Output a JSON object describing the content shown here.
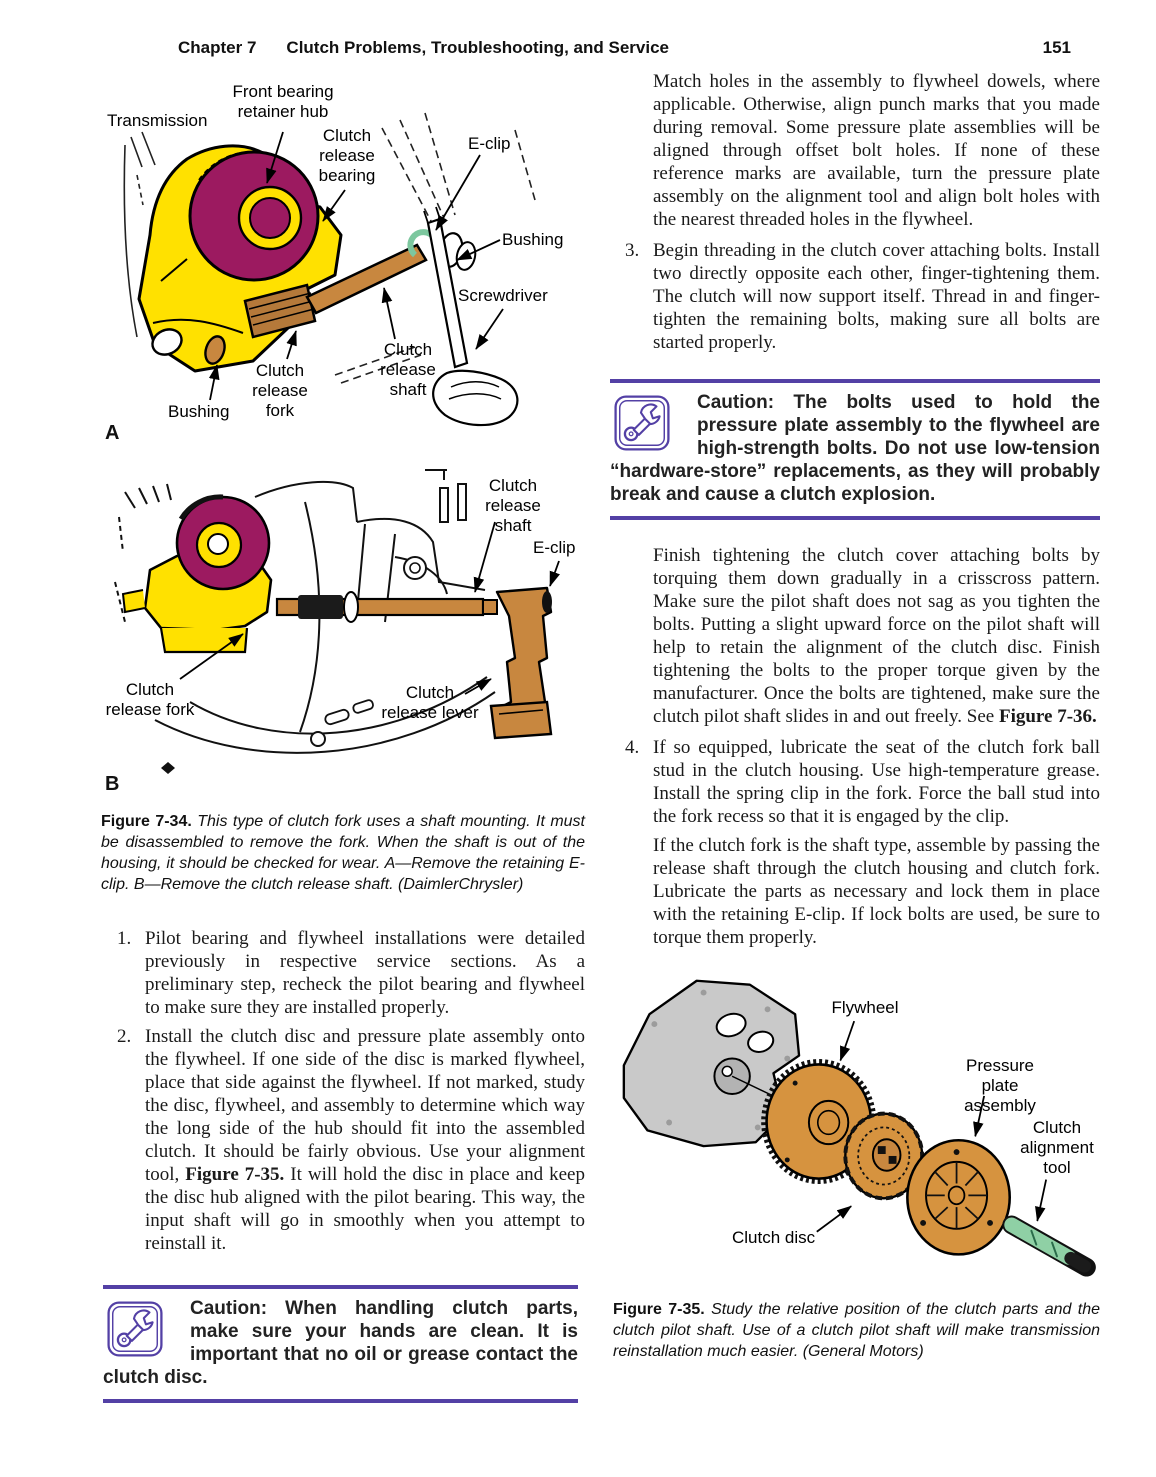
{
  "header": {
    "chapter": "Chapter 7",
    "title": "Clutch Problems, Troubleshooting, and Service",
    "page_number": "151"
  },
  "colors": {
    "accent_purple": "#5340a5",
    "bearing_magenta": "#9c1a60",
    "housing_yellow": "#ffe100",
    "shaft_tan": "#c8873f",
    "disc_orange": "#d6933f",
    "tool_green": "#8fd0a5",
    "housing_gray": "#c9c9c9"
  },
  "figure_a": {
    "panel": "A",
    "labels": {
      "transmission": "Transmission",
      "front_hub": "Front bearing\nretainer hub",
      "release_bearing": "Clutch\nrelease\nbearing",
      "eclip": "E-clip",
      "bushing_right": "Bushing",
      "screwdriver": "Screwdriver",
      "release_shaft": "Clutch\nrelease\nshaft",
      "release_fork": "Clutch\nrelease\nfork",
      "bushing_left": "Bushing"
    }
  },
  "figure_b": {
    "panel": "B",
    "labels": {
      "release_shaft": "Clutch release\nshaft",
      "eclip": "E-clip",
      "release_fork": "Clutch\nrelease fork",
      "release_lever": "Clutch\nrelease lever"
    }
  },
  "caption_34": {
    "label": "Figure 7-34.",
    "text": "This type of clutch fork uses a shaft mounting. It must be disassembled to remove the fork. When the shaft is out of the housing, it should be checked for wear. A—Remove the retaining E-clip. B—Remove the clutch release shaft. (DaimlerChrysler)"
  },
  "list_left": {
    "item1": {
      "num": "1.",
      "text": "Pilot bearing and flywheel installations were detailed previously in respective service sections. As a preliminary step, recheck the pilot bearing and flywheel to make sure they are installed properly."
    },
    "item2": {
      "num": "2.",
      "pre": "Install the clutch disc and pressure plate assembly onto the flywheel. If one side of the disc is marked flywheel, place that side against the flywheel. If not marked, study the disc, flywheel, and assembly to determine which way the long side of the hub should fit into the assembled clutch. It should be fairly obvious. Use your alignment tool, ",
      "bold": "Figure 7-35.",
      "post": " It will hold the disc in place and keep the disc hub aligned with the pilot bearing. This way, the input shaft will go in smoothly when you attempt to reinstall it."
    }
  },
  "caution_left": {
    "text": "Caution: When handling clutch parts, make sure your hands are clean. It is important that no oil or grease contact the clutch disc."
  },
  "right": {
    "p1": "Match holes in the assembly to flywheel dowels, where applicable. Otherwise, align punch marks that you made during removal. Some pressure plate assemblies will be aligned through offset bolt holes. If none of these reference marks are available, turn the pressure plate assembly on the alignment tool and align bolt holes with the nearest threaded holes in the flywheel.",
    "item3": {
      "num": "3.",
      "text": "Begin threading in the clutch cover attaching bolts. Install two directly opposite each other, finger-tightening them. The clutch will now support itself. Thread in and finger-tighten the remaining bolts, making sure all bolts are started properly."
    },
    "caution": {
      "text": "Caution: The bolts used to hold the pressure plate assembly to the flywheel are high-strength bolts. Do not use low-tension “hardware-store” replacements, as they will probably break and cause a clutch explosion."
    },
    "p2": {
      "pre": "Finish tightening the clutch cover attaching bolts by torquing them down gradually in a crisscross pattern. Make sure the pilot shaft does not sag as you tighten the bolts. Putting a slight upward force on the pilot shaft will help to retain the alignment of the clutch disc. Finish tightening the bolts to the proper torque given by the manufacturer. Once the bolts are tightened, make sure the clutch pilot shaft slides in and out freely. See ",
      "bold": "Figure 7-36.",
      "post": ""
    },
    "item4": {
      "num": "4.",
      "text": "If so equipped, lubricate the seat of the clutch fork ball stud in the clutch housing. Use high-temperature grease. Install the spring clip in the fork. Force the ball stud into the fork recess so that it is engaged by the clip."
    },
    "p3": "If the clutch fork is the shaft type, assemble by passing the release shaft through the clutch housing and clutch fork. Lubricate the parts as necessary and lock them in place with the retaining E-clip. If lock bolts are used, be sure to torque them properly."
  },
  "figure_35": {
    "labels": {
      "flywheel": "Flywheel",
      "pressure_plate": "Pressure plate\nassembly",
      "alignment_tool": "Clutch\nalignment\ntool",
      "clutch_disc": "Clutch disc"
    }
  },
  "caption_35": {
    "label": "Figure 7-35.",
    "text": "Study the relative position of the clutch parts and the clutch pilot shaft. Use of a clutch pilot shaft will make transmission reinstallation much easier. (General Motors)"
  }
}
